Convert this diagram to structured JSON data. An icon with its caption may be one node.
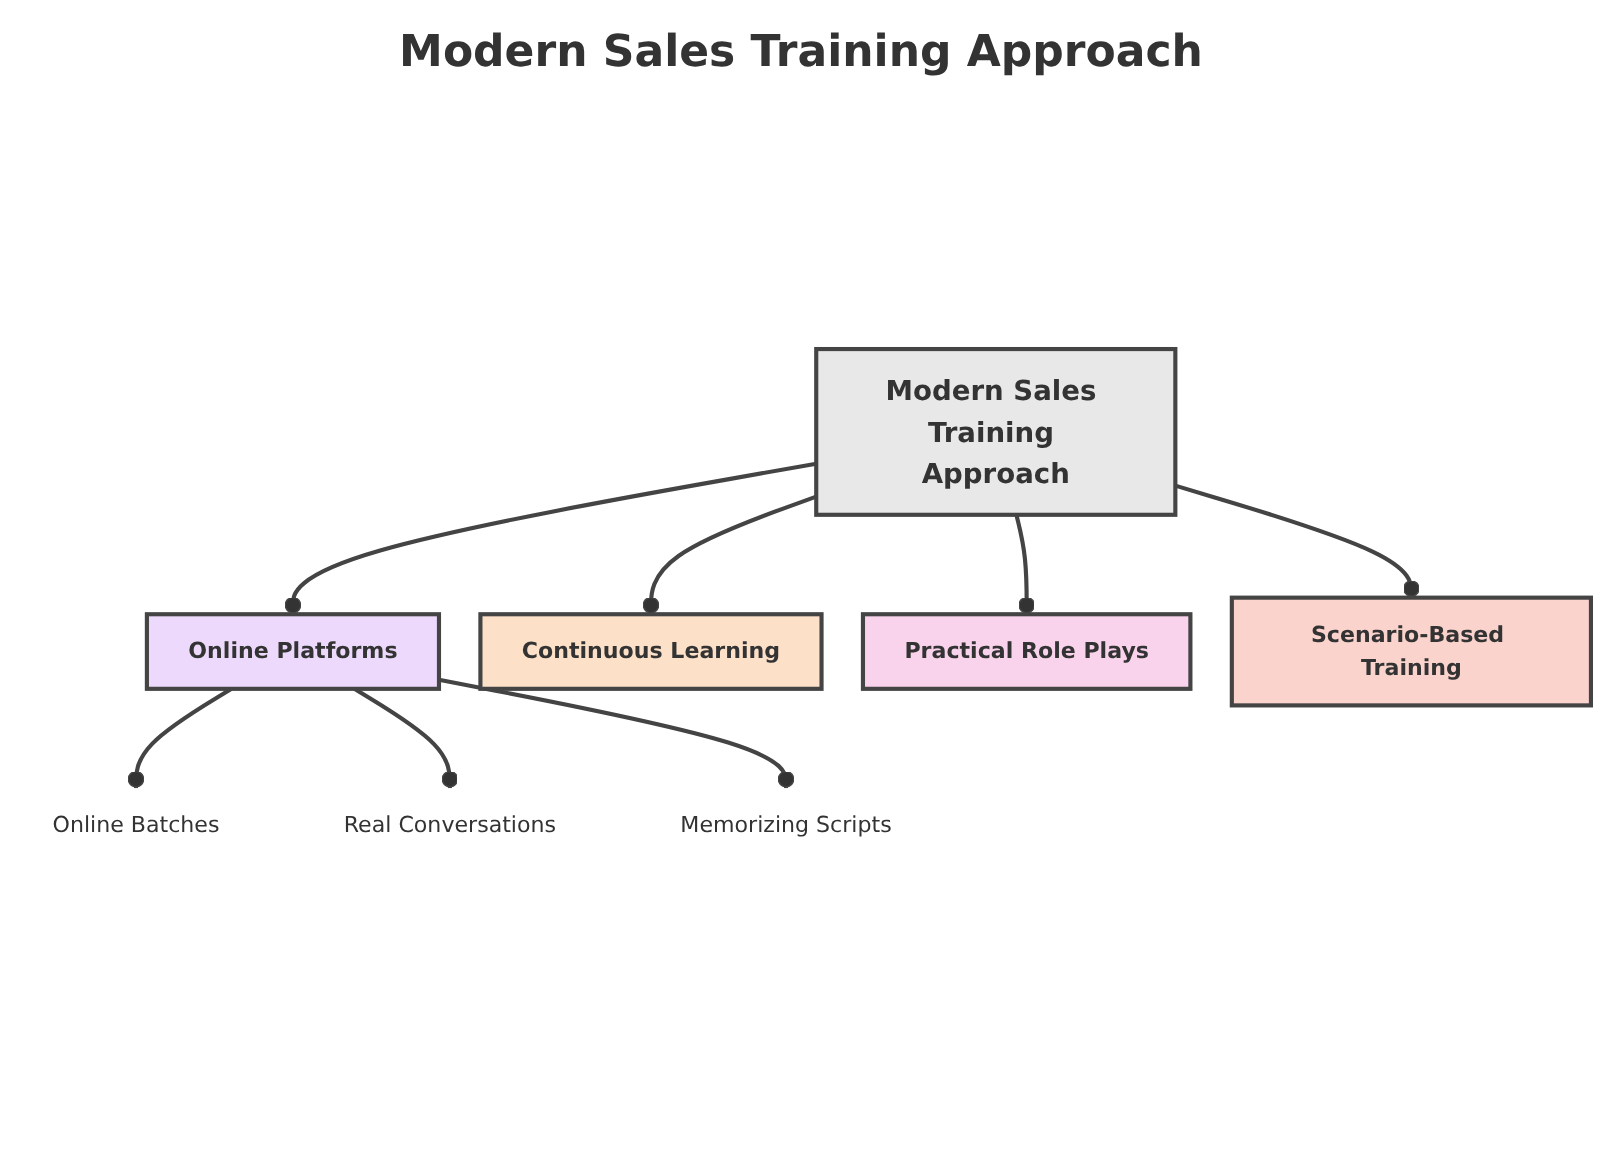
{
  "diagram": {
    "title": "Modern Sales Training Approach",
    "nodes": [
      {
        "text": [
          "Modern Sales Training Approach"
        ]
      },
      {
        "text": [
          "Online Platforms"
        ]
      },
      {
        "text": [
          "Online Batches"
        ]
      },
      {
        "text": [
          "Real Conversations"
        ]
      },
      {
        "text": [
          "Memorizing Scripts"
        ]
      },
      {
        "text": [
          "Continuous Learning"
        ]
      },
      {
        "text": [
          "Practical Role Plays"
        ]
      },
      {
        "text": [
          "Scenario-Based Training"
        ]
      }
    ],
    "edges": [
      {
        "from": 0,
        "to": 1,
        "arrow": "other"
      },
      {
        "from": 1,
        "to": 2,
        "arrow": "other"
      },
      {
        "from": 1,
        "to": 3,
        "arrow": "other"
      },
      {
        "from": 1,
        "to": 4,
        "arrow": "other"
      },
      {
        "from": 0,
        "to": 5,
        "arrow": "other"
      },
      {
        "from": 0,
        "to": 6,
        "arrow": "other"
      },
      {
        "from": 0,
        "to": 7,
        "arrow": "other"
      }
    ]
  }
}
